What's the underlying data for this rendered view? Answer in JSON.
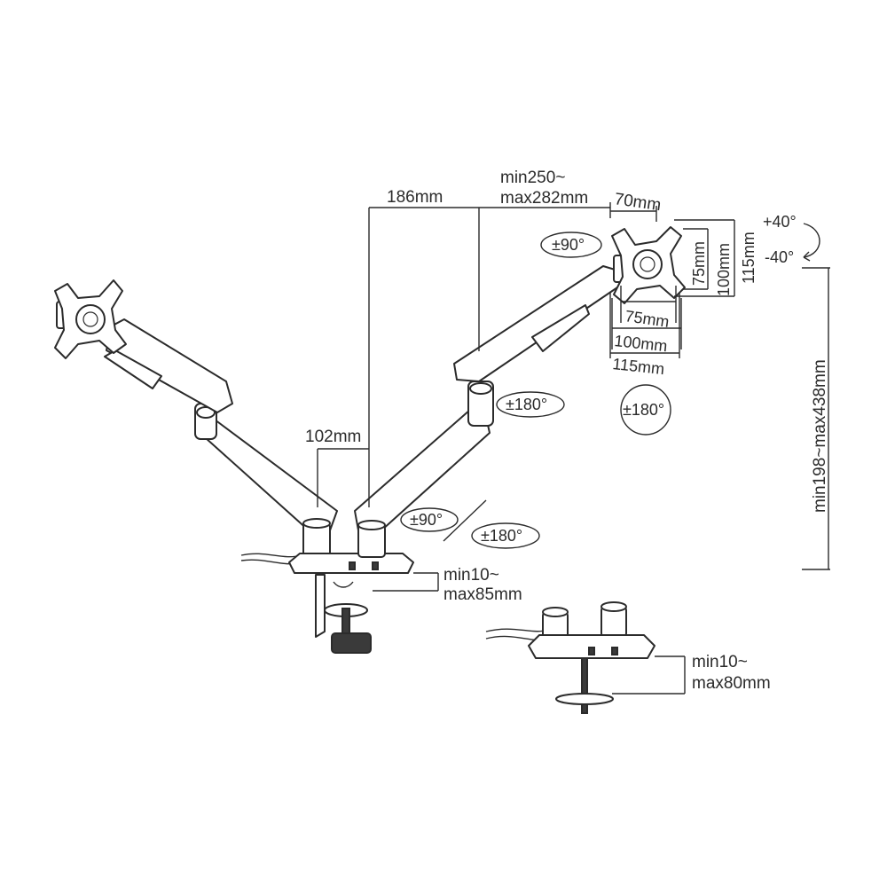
{
  "dimensions": {
    "arm_reach_186": "186mm",
    "upper_arm_reach_top": "min250~",
    "upper_arm_reach_bottom": "max282mm",
    "vesa_offset": "70mm",
    "pole_offset": "102mm",
    "height_range": "min198~max438mm",
    "clamp_thickness_top": "min10~",
    "clamp_thickness_bottom": "max85mm",
    "grommet_thickness_top": "min10~",
    "grommet_thickness_bottom": "max80mm"
  },
  "vesa": {
    "w75": "75mm",
    "w100": "100mm",
    "w115": "115mm",
    "h75": "75mm",
    "h100": "100mm",
    "h115": "115mm"
  },
  "rotations": {
    "head_swivel": "±90°",
    "elbow_swivel": "±180°",
    "screen_rotation": "±180°",
    "base_swivel": "±90°",
    "base_arm_swivel": "±180°",
    "tilt_up": "+40°",
    "tilt_down": "-40°"
  }
}
